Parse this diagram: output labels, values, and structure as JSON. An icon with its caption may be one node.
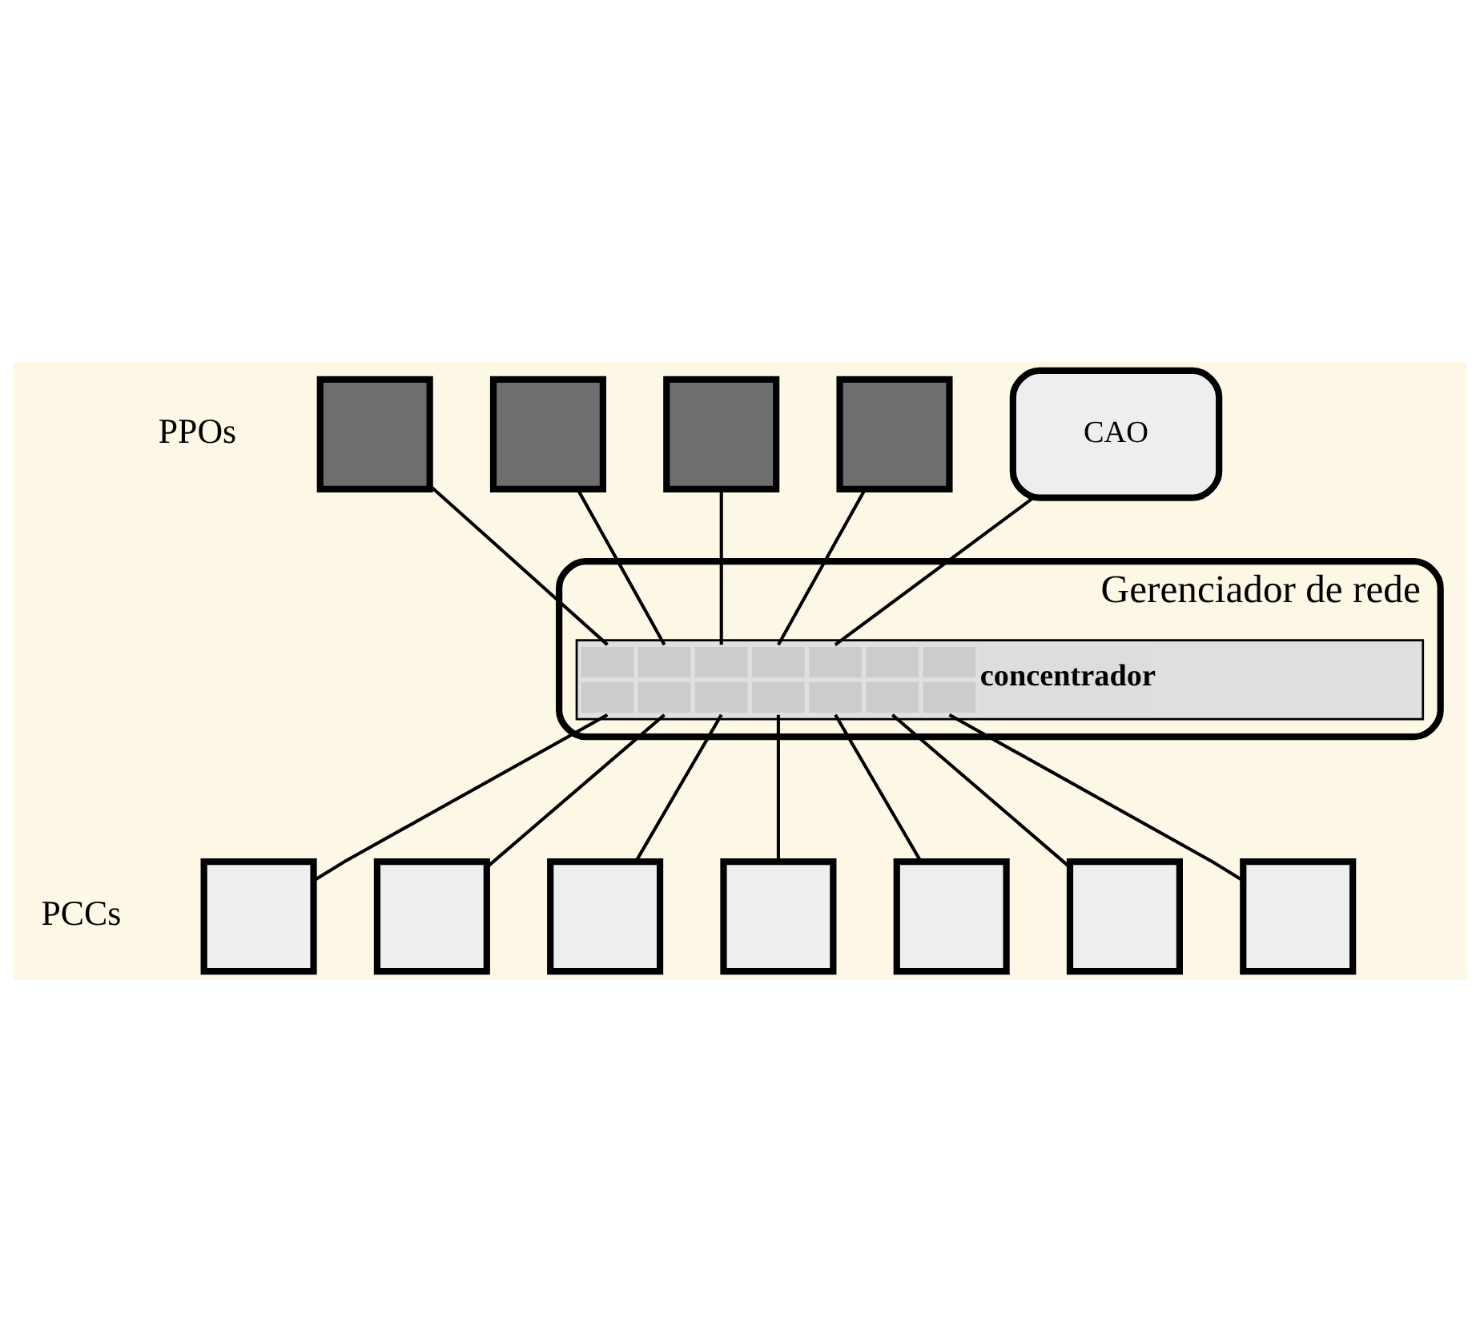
{
  "diagram": {
    "nodes": [
      {
        "text": [],
        "shape": "box"
      },
      {
        "text": [],
        "shape": "box"
      },
      {
        "text": [],
        "shape": "box"
      },
      {
        "text": [],
        "shape": "box"
      },
      {
        "text": [
          "CAO"
        ]
      },
      {
        "text": [
          "Gerenciador de rede"
        ]
      },
      {
        "text": [
          "concentrador"
        ],
        "in": 5
      },
      {
        "text": [],
        "shape": "box"
      },
      {
        "text": [],
        "shape": "box"
      },
      {
        "text": [],
        "shape": "box"
      },
      {
        "text": [],
        "shape": "box"
      },
      {
        "text": [],
        "shape": "box"
      },
      {
        "text": [],
        "shape": "box"
      },
      {
        "text": [],
        "shape": "box"
      }
    ],
    "edges": [
      {
        "from": 0,
        "to": 6,
        "arrow": "none"
      },
      {
        "from": 1,
        "to": 6,
        "arrow": "none"
      },
      {
        "from": 2,
        "to": 6,
        "arrow": "none"
      },
      {
        "from": 3,
        "to": 6,
        "arrow": "none"
      },
      {
        "from": 4,
        "to": 6,
        "arrow": "none"
      },
      {
        "from": 6,
        "to": 7,
        "arrow": "none"
      },
      {
        "from": 6,
        "to": 8,
        "arrow": "none"
      },
      {
        "from": 6,
        "to": 9,
        "arrow": "none"
      },
      {
        "from": 6,
        "to": 10,
        "arrow": "none"
      },
      {
        "from": 6,
        "to": 11,
        "arrow": "none"
      },
      {
        "from": 6,
        "to": 12,
        "arrow": "none"
      },
      {
        "from": 6,
        "to": 13,
        "arrow": "none"
      }
    ],
    "labels": [
      "PPOs",
      "PCCs"
    ]
  }
}
